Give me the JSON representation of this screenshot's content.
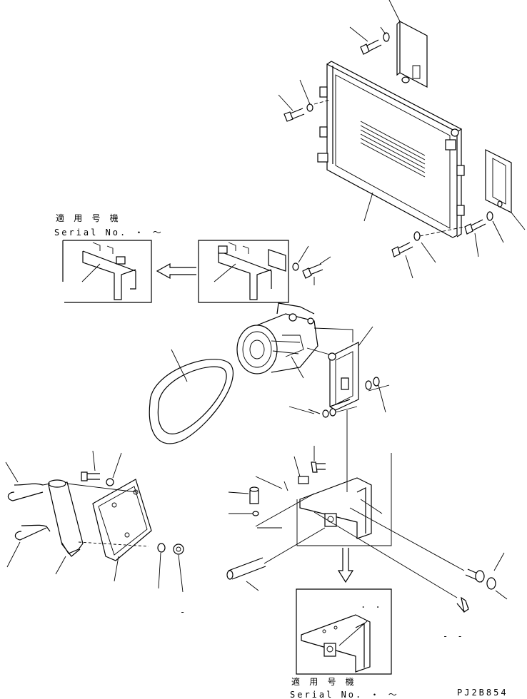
{
  "labels": {
    "serial_header_1": "適 用 号 機",
    "serial_line_1": "Serial No.  ・  ～",
    "serial_header_2": "適 用 号 機",
    "serial_line_2": "Serial No.  ・  ～",
    "figure_code": "PJ2B854",
    "dash_1": "-",
    "dash_2": "- -",
    "dot_mark": ". ."
  }
}
